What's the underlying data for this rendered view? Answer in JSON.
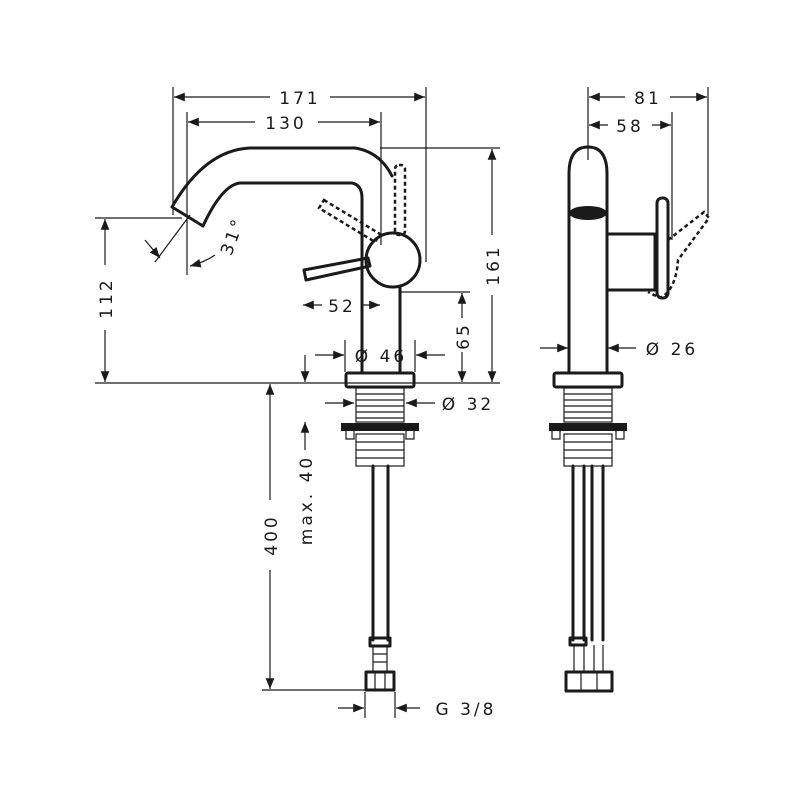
{
  "title": "Faucet dimension drawing",
  "colors": {
    "line": "#1a1a1a",
    "background": "#ffffff"
  },
  "front_view": {
    "width_overall": "171",
    "spout_reach": "130",
    "spout_angle": "31°",
    "spout_height": "112",
    "handle_reach": "52",
    "total_height": "161",
    "handle_height": "65",
    "body_diameter": "Ø 46",
    "thread_diameter": "Ø 32",
    "max_thickness": "max. 40",
    "hose_length": "400",
    "connection": "G 3/8"
  },
  "side_view": {
    "depth_overall": "81",
    "depth_handle": "58",
    "spout_diameter": "Ø 26"
  }
}
